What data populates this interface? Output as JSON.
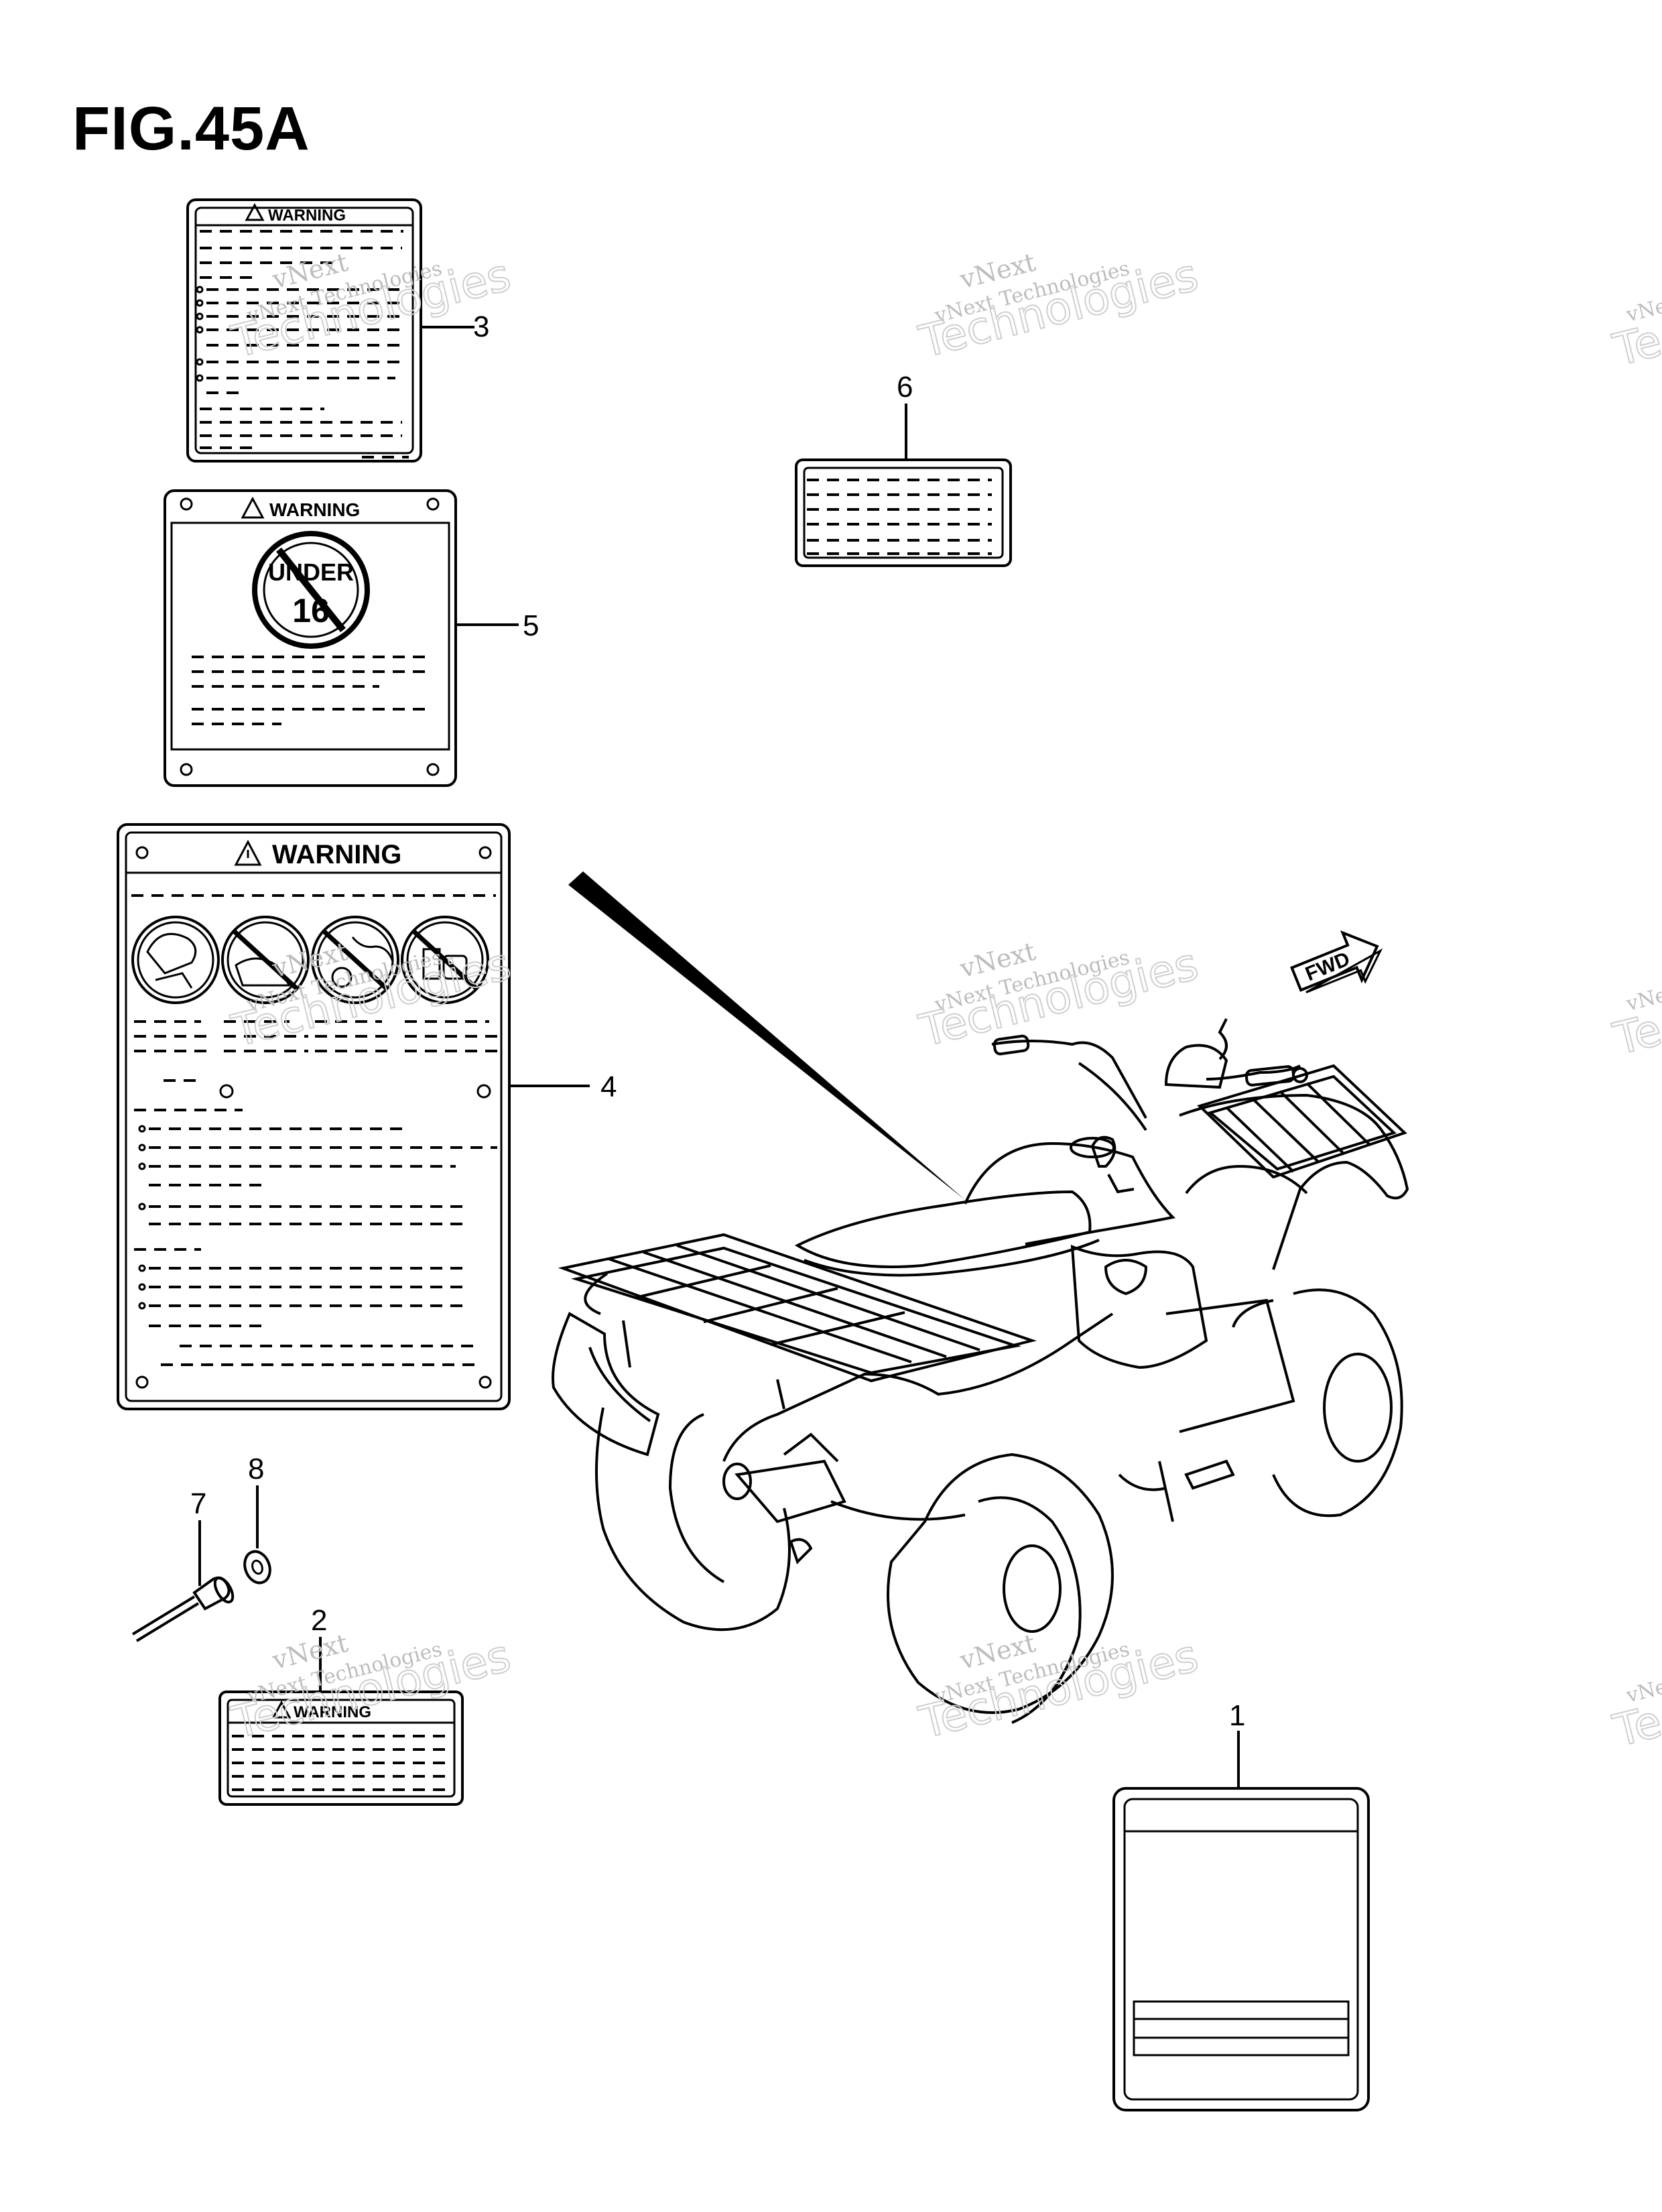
{
  "figure": {
    "title": "FIG.45A"
  },
  "labels": {
    "warning_small": "WARNING",
    "warning_large": "WARNING",
    "under_text": "UNDER",
    "age_text": "16",
    "fwd_text": "FWD"
  },
  "callouts": [
    "1",
    "2",
    "3",
    "4",
    "5",
    "6",
    "7",
    "8"
  ],
  "watermark": {
    "line1": "vNext",
    "line2": "vNext Technologies",
    "line3": "Technologies"
  },
  "colors": {
    "line": "#000000",
    "watermark": "#bdbdbd",
    "background": "#ffffff"
  }
}
